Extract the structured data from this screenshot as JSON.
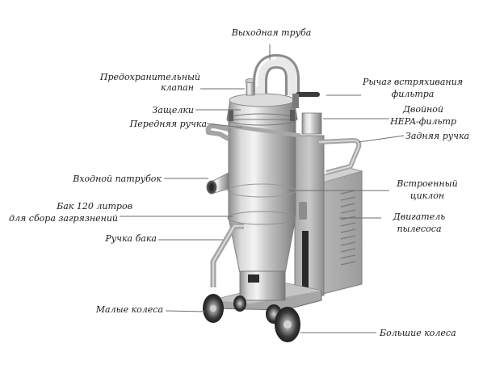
{
  "labels": {
    "outlet_pipe": "Выходная труба",
    "safety_valve_1": "Предохранительный",
    "safety_valve_2": "клапан",
    "latches": "Защелки",
    "front_handle": "Передняя ручка",
    "inlet": "Входной патрубок",
    "tank_1": "Бак 120 литров",
    "tank_2": "для сбора загрязнений",
    "tank_handle": "Ручка бака",
    "small_wheels": "Малые колеса",
    "shaker_lever_1": "Рычаг встряхивания",
    "shaker_lever_2": "фильтра",
    "double_filter_1": "Двойной",
    "double_filter_2": "HEPA-фильтр",
    "rear_handle": "Задняя ручка",
    "cyclone_1": "Встроенный",
    "cyclone_2": "циклон",
    "motor_1": "Двигатель",
    "motor_2": "пылесоса",
    "large_wheels": "Большие колеса"
  },
  "colors": {
    "steel_light": "#e8e8e8",
    "steel_mid": "#b9b9b9",
    "steel_dark": "#7f7f7f",
    "frame_gray": "#9a9a9a",
    "leader_line": "#6e6e6e"
  }
}
